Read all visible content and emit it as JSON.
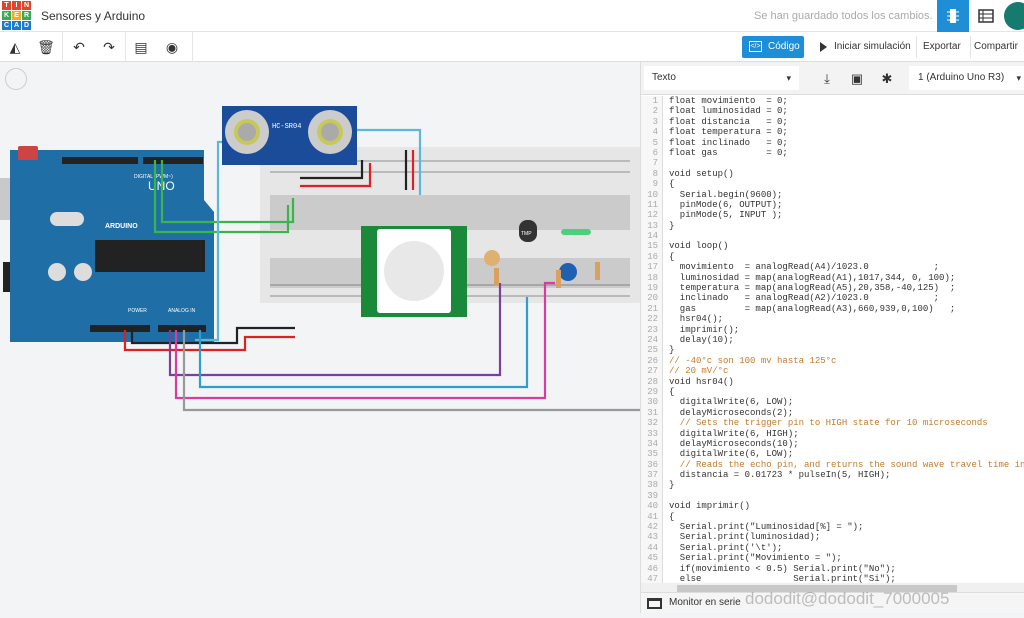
{
  "app": {
    "logo": [
      "T",
      "I",
      "N",
      "K",
      "E",
      "R",
      "C",
      "A",
      "D"
    ],
    "title": "Sensores y Arduino",
    "save_status": "Se han guardado todos los cambios."
  },
  "colors": {
    "accent": "#1e8fd6",
    "comment": "#c57a2c"
  },
  "toolbar": {
    "code_label": "Código",
    "simulate_label": "Iniciar simulación",
    "export_label": "Exportar",
    "share_label": "Compartir"
  },
  "circuit": {
    "sensor_label": "HC-SR04",
    "board_label": "UNO",
    "brand": "ARDUINO",
    "tmp_label": "TMP",
    "digital_label": "DIGITAL (PWM~)",
    "analog_label": "ANALOG IN",
    "power_label": "POWER"
  },
  "code_panel": {
    "mode": "Texto",
    "board": "1 (Arduino Uno R3)",
    "monitor_label": "Monitor en serie",
    "watermark": "dododit@dododit_7000005",
    "lines": [
      "float movimiento  = 0;",
      "float luminosidad = 0;",
      "float distancia   = 0;",
      "float temperatura = 0;",
      "float inclinado   = 0;",
      "float gas         = 0;",
      "",
      "void setup()",
      "{",
      "  Serial.begin(9600);",
      "  pinMode(6, OUTPUT);",
      "  pinMode(5, INPUT );",
      "}",
      "",
      "void loop()",
      "{",
      "  movimiento  = analogRead(A4)/1023.0            ;",
      "  luminosidad = map(analogRead(A1),1017,344, 0, 100);",
      "  temperatura = map(analogRead(A5),20,358,-40,125)  ;",
      "  inclinado   = analogRead(A2)/1023.0            ;",
      "  gas         = map(analogRead(A3),660,939,0,100)   ;",
      "  hsr04();",
      "  imprimir();",
      "  delay(10);",
      "}",
      "// -40°c son 100 mv hasta 125°c",
      "// 20 mV/°c",
      "void hsr04()",
      "{",
      "  digitalWrite(6, LOW);",
      "  delayMicroseconds(2);",
      "  // Sets the trigger pin to HIGH state for 10 microseconds",
      "  digitalWrite(6, HIGH);",
      "  delayMicroseconds(10);",
      "  digitalWrite(6, LOW);",
      "  // Reads the echo pin, and returns the sound wave travel time in m",
      "  distancia = 0.01723 * pulseIn(5, HIGH);",
      "}",
      "",
      "void imprimir()",
      "{",
      "  Serial.print(\"Luminosidad[%] = \");",
      "  Serial.print(luminosidad);",
      "  Serial.print('\\t');",
      "  Serial.print(\"Movimiento = \");",
      "  if(movimiento < 0.5) Serial.print(\"No\");",
      "  else                 Serial.print(\"Si\");",
      ""
    ]
  }
}
